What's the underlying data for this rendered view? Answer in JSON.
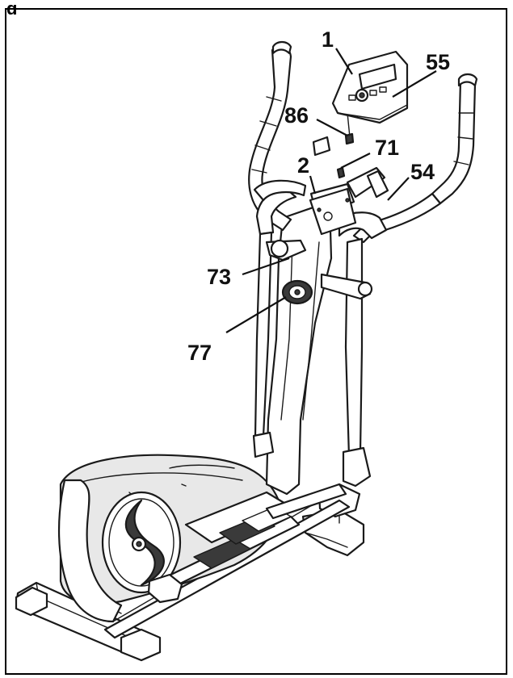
{
  "figure": {
    "corner_glyph": "g",
    "subject-icon": "elliptical-cross-trainer-illustration",
    "callouts": [
      {
        "id": "c1",
        "label": "1"
      },
      {
        "id": "c55",
        "label": "55"
      },
      {
        "id": "c86",
        "label": "86"
      },
      {
        "id": "c71",
        "label": "71"
      },
      {
        "id": "c2",
        "label": "2"
      },
      {
        "id": "c54",
        "label": "54"
      },
      {
        "id": "c73",
        "label": "73"
      },
      {
        "id": "c77",
        "label": "77"
      }
    ]
  }
}
